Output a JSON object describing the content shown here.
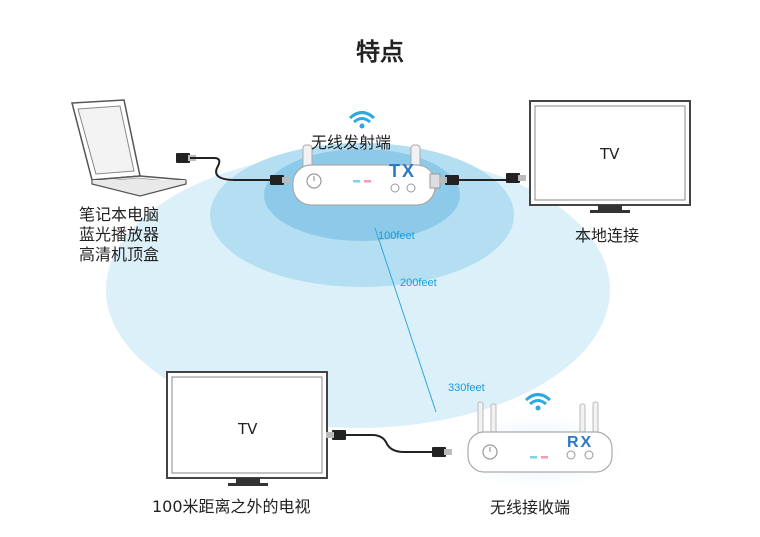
{
  "title": "特点",
  "transmitter": {
    "label": "无线发射端",
    "tag": "TX"
  },
  "receiver": {
    "label": "无线接收端",
    "tag": "RX"
  },
  "sources": {
    "lines": [
      "笔记本电脑",
      "蓝光播放器",
      "高清机顶盒"
    ]
  },
  "local_tv": {
    "screen_text": "TV",
    "label": "本地连接"
  },
  "remote_tv": {
    "screen_text": "TV",
    "label": "100米距离之外的电视"
  },
  "distances": [
    "100feet",
    "200feet",
    "330feet"
  ],
  "colors": {
    "ring_outer": "#dff1f9",
    "ring_mid": "#b9e2f3",
    "ring_inner": "#8ccbea",
    "line": "#2ea8e0",
    "tag": "#2c78c8"
  }
}
